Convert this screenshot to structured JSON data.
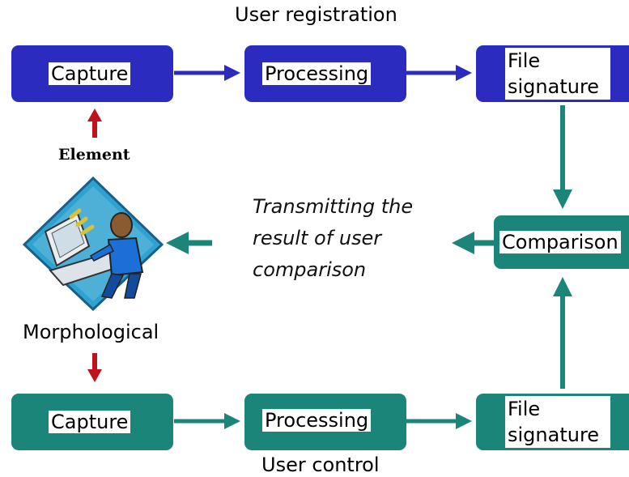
{
  "diagram": {
    "top_title": "User registration",
    "bottom_title": "User control",
    "registration": {
      "capture": "Capture",
      "processing": "Processing",
      "file_signature_1": "File",
      "file_signature_2": "signature"
    },
    "control": {
      "capture": "Capture",
      "processing": "Processing",
      "file_signature_1": "File",
      "file_signature_2": "signature"
    },
    "comparison": "Comparison",
    "element_label": "Element",
    "morphological_label": "Morphological",
    "transmit_line_1": "Transmitting the",
    "transmit_line_2": "result of user",
    "transmit_line_3": "comparison",
    "colors": {
      "registration": "#2b2bc0",
      "control": "#1b8579",
      "red_arrow": "#c0121b"
    },
    "icons": [
      "user-at-computer-icon"
    ]
  }
}
